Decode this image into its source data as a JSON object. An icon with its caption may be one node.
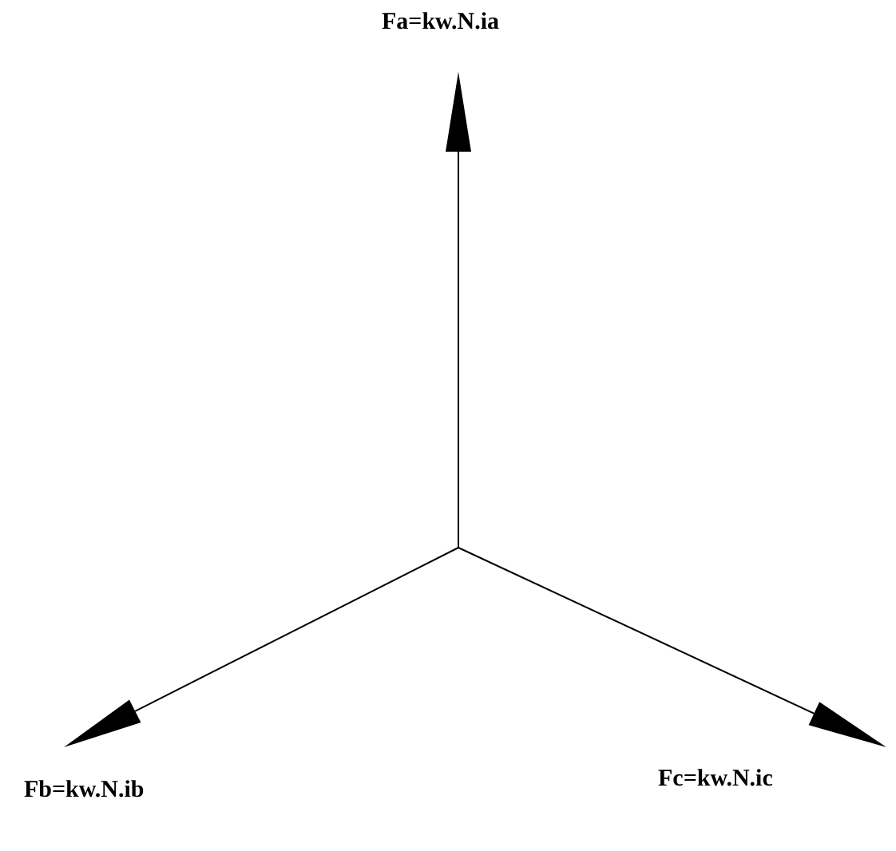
{
  "diagram": {
    "labels": [
      "Fa=kw.N.ia",
      "Fb=kw.N.ib",
      "Fc=kw.N.ic"
    ]
  }
}
